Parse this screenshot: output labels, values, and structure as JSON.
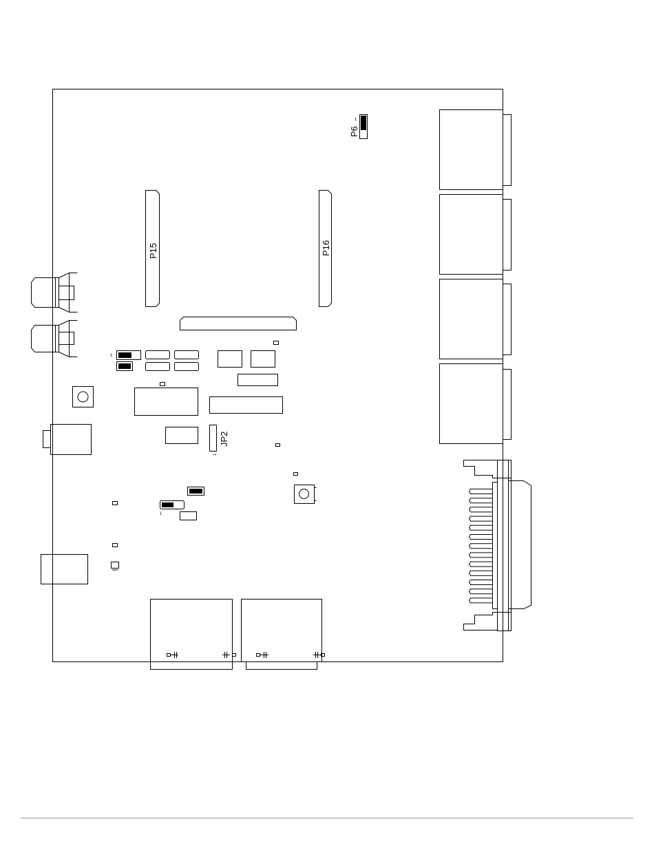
{
  "labels": {
    "p6": "P6",
    "p15": "P15",
    "p16": "P16",
    "jp2": "JP2",
    "pin1": "1"
  }
}
